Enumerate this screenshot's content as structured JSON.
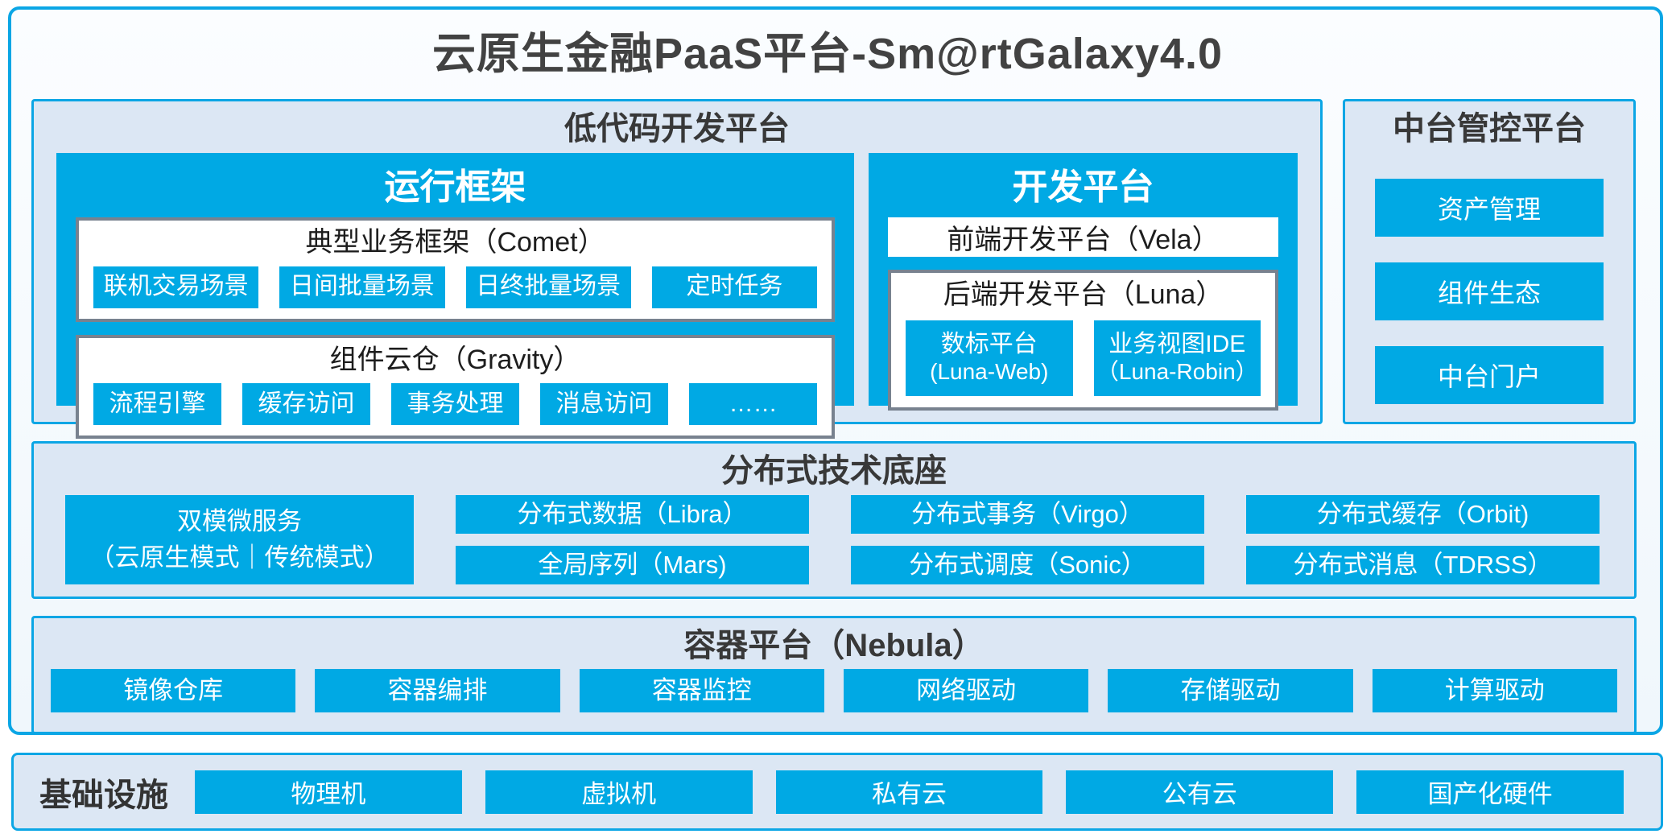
{
  "title": "云原生金融PaaS平台-Sm@rtGalaxy4.0",
  "colors": {
    "accent_cyan": "#00a9e4",
    "border_cyan": "#0ba6e5",
    "panel_bg": "#dce7f4",
    "gray_box_border": "#78828f",
    "dark_text": "#3b3b3b"
  },
  "low_code": {
    "header": "低代码开发平台",
    "run_frame": {
      "title": "运行框架",
      "comet": {
        "title": "典型业务框架（Comet）",
        "items": [
          "联机交易场景",
          "日间批量场景",
          "日终批量场景",
          "定时任务"
        ]
      },
      "gravity": {
        "title": "组件云仓（Gravity）",
        "items": [
          "流程引擎",
          "缓存访问",
          "事务处理",
          "消息访问",
          "……"
        ]
      }
    },
    "dev_platform": {
      "title": "开发平台",
      "vela": "前端开发平台（Vela）",
      "luna": {
        "title": "后端开发平台（Luna）",
        "items": [
          {
            "line1": "数标平台",
            "line2": "(Luna-Web)"
          },
          {
            "line1": "业务视图IDE",
            "line2": "（Luna-Robin）"
          }
        ]
      }
    }
  },
  "mid_platform": {
    "header": "中台管控平台",
    "items": [
      "资产管理",
      "组件生态",
      "中台门户"
    ]
  },
  "distributed": {
    "header": "分布式技术底座",
    "dual_mode": {
      "line1": "双模微服务",
      "line2": "（云原生模式｜传统模式）"
    },
    "columns": [
      {
        "top": "分布式数据（Libra）",
        "bottom": "全局序列（Mars)"
      },
      {
        "top": "分布式事务（Virgo）",
        "bottom": "分布式调度（Sonic）"
      },
      {
        "top": "分布式缓存（Orbit)",
        "bottom": "分布式消息（TDRSS）"
      }
    ]
  },
  "container_platform": {
    "header": "容器平台（Nebula）",
    "items": [
      "镜像仓库",
      "容器编排",
      "容器监控",
      "网络驱动",
      "存储驱动",
      "计算驱动"
    ]
  },
  "infrastructure": {
    "label": "基础设施",
    "items": [
      "物理机",
      "虚拟机",
      "私有云",
      "公有云",
      "国产化硬件"
    ]
  }
}
